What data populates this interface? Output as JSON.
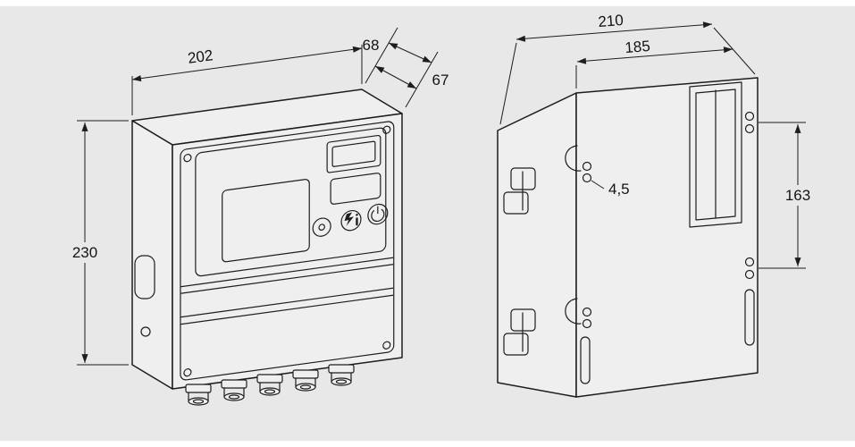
{
  "canvas": {
    "background": "#e8e8e8",
    "line_color": "#1d1d1e",
    "face_fill": "#efefef"
  },
  "views": {
    "front": {
      "dims": {
        "width": "202",
        "depth_outer": "68",
        "depth_inner": "67",
        "height": "230"
      }
    },
    "rear": {
      "dims": {
        "width_outer": "210",
        "width_inner": "185",
        "hole_diameter": "4,5",
        "hole_spacing": "163"
      }
    }
  }
}
